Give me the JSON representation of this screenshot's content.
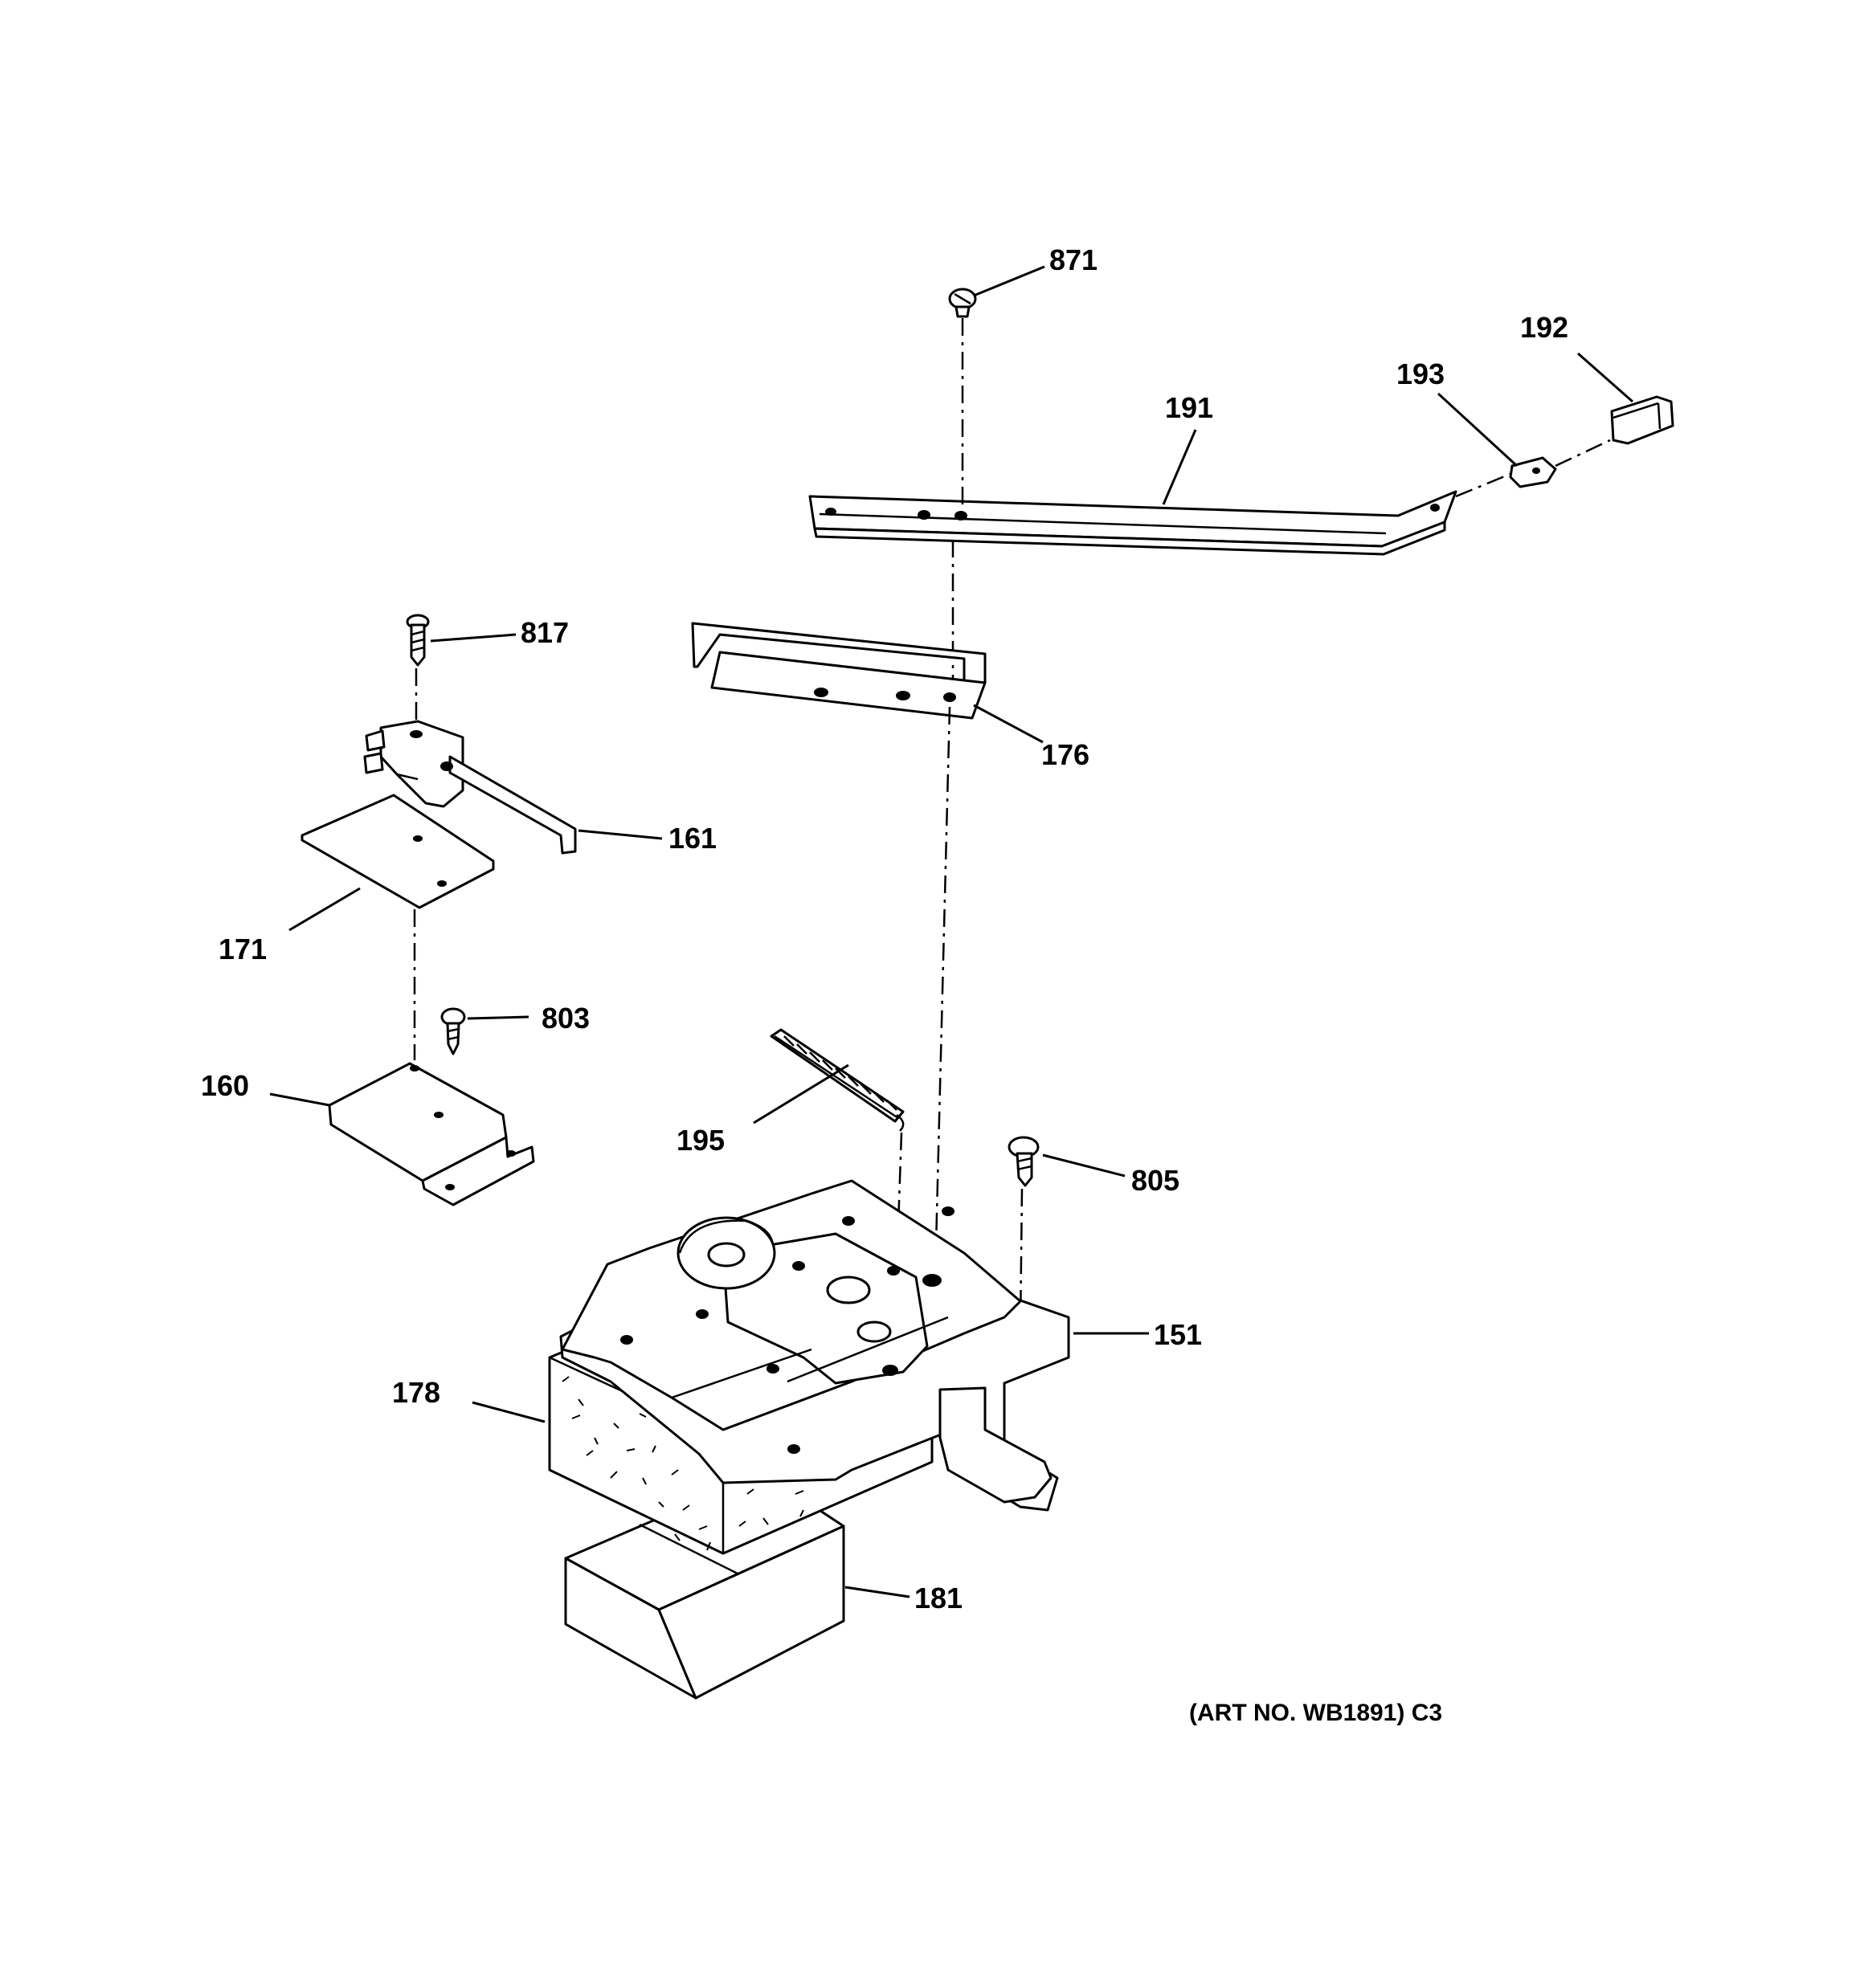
{
  "callouts": {
    "c871": "871",
    "c192": "192",
    "c193": "193",
    "c191": "191",
    "c817": "817",
    "c176": "176",
    "c161": "161",
    "c171": "171",
    "c803": "803",
    "c160": "160",
    "c195": "195",
    "c805": "805",
    "c151": "151",
    "c178": "178",
    "c181": "181"
  },
  "art_number": "(ART NO. WB1891) C3"
}
